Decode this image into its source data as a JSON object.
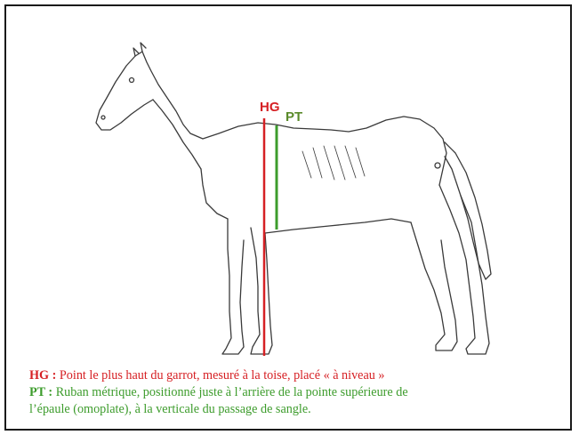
{
  "colors": {
    "hg": "#d62024",
    "pt": "#3d9c2c",
    "label_pt": "#5a8a2a",
    "sketch": "#3a3a3a"
  },
  "labels": {
    "hg": "HG",
    "pt": "PT"
  },
  "legend": {
    "hg_key": "HG :",
    "hg_text": " Point le plus haut du garrot, mesuré à la toise, placé « à niveau »",
    "pt_key": "PT :",
    "pt_text_1": " Ruban métrique, positionné juste à l’arrière de la pointe supérieure de",
    "pt_text_2": "l’épaule (omoplate), à la verticale du passage de sangle."
  }
}
